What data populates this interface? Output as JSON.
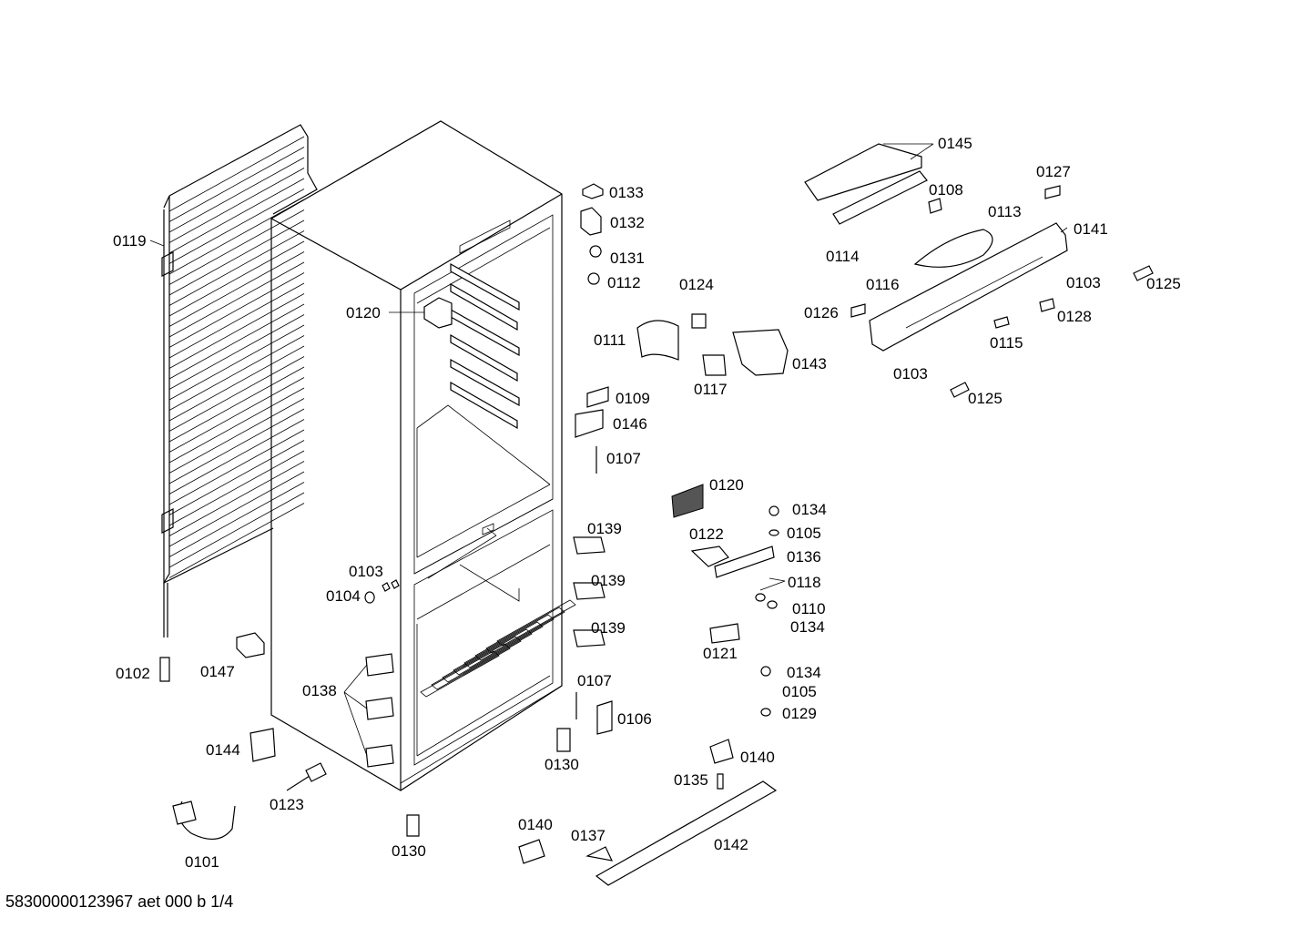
{
  "footer": "58300000123967 aet 000 b 1/4",
  "parts": {
    "p0101": "0101",
    "p0102": "0102",
    "p0103a": "0103",
    "p0103b": "0103",
    "p0103c": "0103",
    "p0104": "0104",
    "p0105a": "0105",
    "p0105b": "0105",
    "p0106": "0106",
    "p0107a": "0107",
    "p0107b": "0107",
    "p0108": "0108",
    "p0109": "0109",
    "p0110": "0110",
    "p0111": "0111",
    "p0112": "0112",
    "p0113": "0113",
    "p0114": "0114",
    "p0115": "0115",
    "p0116": "0116",
    "p0117": "0117",
    "p0118": "0118",
    "p0119": "0119",
    "p0120a": "0120",
    "p0120b": "0120",
    "p0121": "0121",
    "p0122": "0122",
    "p0123": "0123",
    "p0124": "0124",
    "p0125a": "0125",
    "p0125b": "0125",
    "p0126": "0126",
    "p0127": "0127",
    "p0128": "0128",
    "p0129": "0129",
    "p0130a": "0130",
    "p0130b": "0130",
    "p0131": "0131",
    "p0132": "0132",
    "p0133": "0133",
    "p0134a": "0134",
    "p0134b": "0134",
    "p0134c": "0134",
    "p0135": "0135",
    "p0136": "0136",
    "p0137": "0137",
    "p0138": "0138",
    "p0139a": "0139",
    "p0139b": "0139",
    "p0139c": "0139",
    "p0140a": "0140",
    "p0140b": "0140",
    "p0141": "0141",
    "p0142": "0142",
    "p0143": "0143",
    "p0144": "0144",
    "p0145": "0145",
    "p0146": "0146",
    "p0147": "0147"
  }
}
